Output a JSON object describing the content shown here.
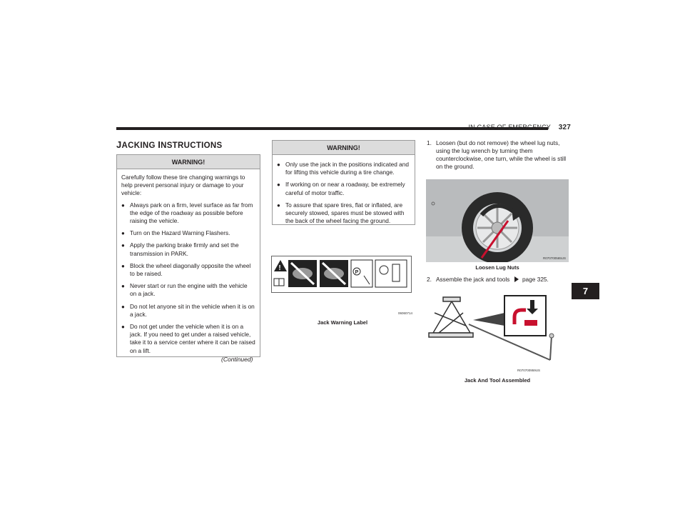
{
  "header": {
    "section": "IN CASE OF EMERGENCY",
    "page_number": "327"
  },
  "title": {
    "first": "J",
    "rest": "ACKING ",
    "first2": "I",
    "rest2": "NSTRUCTIONS"
  },
  "warning1": {
    "heading": "WARNING!",
    "intro": "Carefully follow these tire changing warnings to help prevent personal injury or damage to your vehicle:",
    "items": [
      "Always park on a firm, level surface as far from the edge of the roadway as possible before raising the vehicle.",
      "Turn on the Hazard Warning Flashers.",
      "Apply the parking brake firmly and set the transmission in PARK.",
      "Block the wheel diagonally opposite the wheel to be raised.",
      "Never start or run the engine with the vehicle on a jack.",
      "Do not let anyone sit in the vehicle when it is on a jack.",
      "Do not get under the vehicle when it is on a jack. If you need to get under a raised vehicle, take it to a service center where it can be raised on a lift."
    ],
    "continued": "(Continued)"
  },
  "warning2": {
    "heading": "WARNING!",
    "items": [
      "Only use the jack in the positions indicated and for lifting this vehicle during a tire change.",
      "If working on or near a roadway, be extremely careful of motor traffic.",
      "To assure that spare tires, flat or inflated, are securely stowed, spares must be stowed with the back of the wheel facing the ground."
    ]
  },
  "figures": {
    "jack_label": {
      "caption": "Jack Warning Label",
      "code": "06060714"
    },
    "lug_nuts": {
      "caption": "Loosen Lug Nuts",
      "code": "R070700565US"
    },
    "assembled": {
      "caption": "Jack And Tool Assembled",
      "code": "R070700959US"
    }
  },
  "steps": [
    {
      "num": "1.",
      "text": "Loosen (but do not remove) the wheel lug nuts, using the lug wrench by turning them counterclockwise, one turn, while the wheel is still on the ground."
    },
    {
      "num": "2.",
      "text": "Assemble the jack and tools",
      "ref_icon": "page-ref-arrow-icon",
      "ref": "page 325."
    }
  ],
  "chapter_tab": "7",
  "colors": {
    "header_bar": "#231f20",
    "warning_header_bg": "#dcdcdc",
    "arrow_red": "#c8102e"
  }
}
